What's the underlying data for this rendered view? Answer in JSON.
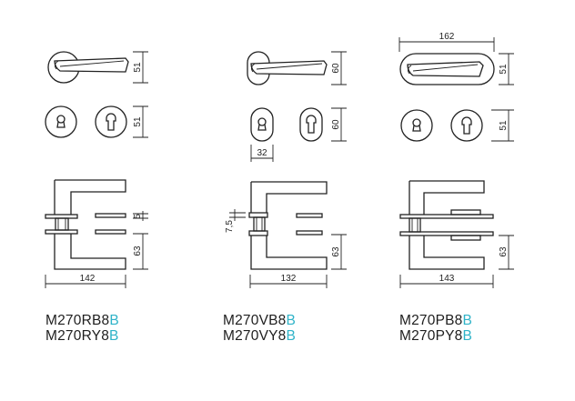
{
  "accent_color": "#2fb3c8",
  "models": [
    {
      "dims": {
        "plate_width": "51",
        "escutcheon_width": "51",
        "projection": "142",
        "lever_to_plate": "63",
        "spacing": "5"
      },
      "codes": [
        {
          "base": "M270RB8",
          "suffix": "B"
        },
        {
          "base": "M270RY8",
          "suffix": "B"
        }
      ]
    },
    {
      "dims": {
        "plate_width": "60",
        "escutcheon_width": "60",
        "escutcheon_height": "32",
        "projection": "132",
        "lever_to_plate": "63",
        "spacing": "7,5"
      },
      "codes": [
        {
          "base": "M270VB8",
          "suffix": "B"
        },
        {
          "base": "M270VY8",
          "suffix": "B"
        }
      ]
    },
    {
      "dims": {
        "plate_length": "162",
        "plate_width": "51",
        "escutcheon_width": "51",
        "projection": "143",
        "lever_to_plate": "63"
      },
      "codes": [
        {
          "base": "M270PB8",
          "suffix": "B"
        },
        {
          "base": "M270PY8",
          "suffix": "B"
        }
      ]
    }
  ]
}
